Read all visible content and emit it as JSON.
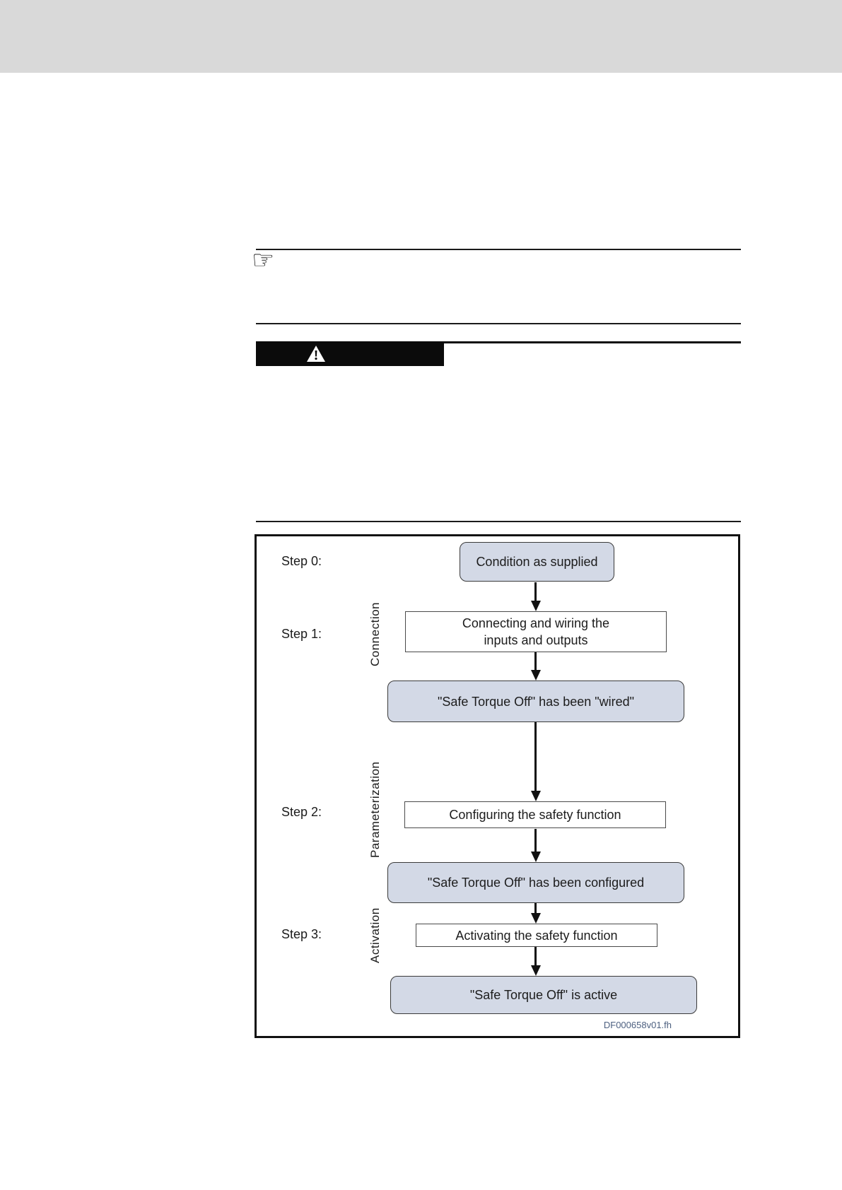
{
  "colors": {
    "header_band": "#d9d9d9",
    "node_fill": "#d3d9e6",
    "banner_bg": "#0b0b0b",
    "caption_color": "#4d6080"
  },
  "note": {
    "icon": "☞",
    "icon_name": "manicule-pointing-hand"
  },
  "warning": {
    "icon_name": "warning-triangle"
  },
  "figure": {
    "caption": "DF000658v01.fh",
    "steps": [
      {
        "label": "Step 0:"
      },
      {
        "label": "Step 1:"
      },
      {
        "label": "Step 2:"
      },
      {
        "label": "Step 3:"
      }
    ],
    "phases": [
      {
        "label": "Connection"
      },
      {
        "label": "Parameterization"
      },
      {
        "label": "Activation"
      }
    ],
    "nodes": [
      {
        "type": "state",
        "text": "Condition as supplied"
      },
      {
        "type": "process",
        "lines": [
          "Connecting and wiring the",
          "inputs and outputs"
        ]
      },
      {
        "type": "state",
        "text": "\"Safe Torque Off\" has been \"wired\""
      },
      {
        "type": "process",
        "text": "Configuring the safety function"
      },
      {
        "type": "state",
        "text": "\"Safe Torque Off\" has been configured"
      },
      {
        "type": "process",
        "text": "Activating the safety function"
      },
      {
        "type": "state",
        "text": "\"Safe Torque Off\" is active"
      }
    ]
  }
}
